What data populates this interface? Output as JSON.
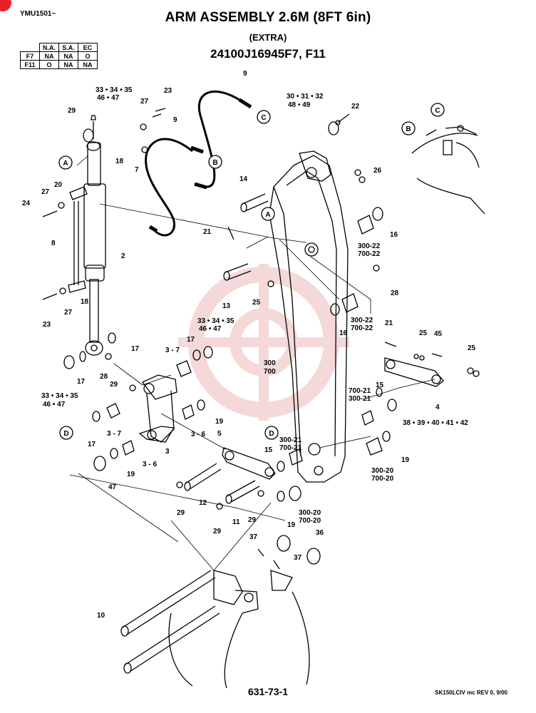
{
  "header": {
    "model_code": "YMU1501~",
    "title": "ARM ASSEMBLY 2.6M (8FT 6in)",
    "subtitle": "(EXTRA)",
    "part_number": "24100J16945F7,  F11"
  },
  "availability": {
    "columns": [
      "N.A.",
      "S.A.",
      "EC"
    ],
    "rows": [
      {
        "code": "F7",
        "values": [
          "NA",
          "NA",
          "O"
        ]
      },
      {
        "code": "F11",
        "values": [
          "O",
          "NA",
          "NA"
        ]
      }
    ]
  },
  "callouts": {
    "c9a": "9",
    "c9b": "9",
    "c23a": "23",
    "c23b": "23",
    "c27a": "27",
    "c27b": "27",
    "c27c": "27",
    "c29a": "29",
    "c29b": "29",
    "c29c": "29",
    "c29d": "29",
    "c33_1": "33 • 34 • 35",
    "c33_2": "46 • 47",
    "c33_3": "33 • 34 • 35",
    "c33_4": "46 • 47",
    "c33_5": "33 • 34 • 35",
    "c33_6": "46 • 47",
    "c18a": "18",
    "c18b": "18",
    "c7": "7",
    "c24": "24",
    "c20": "20",
    "c8": "8",
    "c2": "2",
    "c17a": "17",
    "c17b": "17",
    "c17c": "17",
    "c17d": "17",
    "c28a": "28",
    "c28b": "28",
    "c3_7a": "3 - 7",
    "c3_7b": "3 - 7",
    "c3_6a": "3 - 6",
    "c3_6b": "3 - 6",
    "c3": "3",
    "c19a": "19",
    "c19b": "19",
    "c19c": "19",
    "c19d": "19",
    "c47": "47",
    "c30": "30 • 31 • 32",
    "c48": "48 • 49",
    "c22": "22",
    "c26": "26",
    "c14": "14",
    "c21a": "21",
    "c21b": "21",
    "c13": "13",
    "c25a": "25",
    "c25b": "25",
    "c25c": "25",
    "c16a": "16",
    "c16b": "16",
    "c300_22a": "300-22",
    "c700_22a": "700-22",
    "c300_22b": "300-22",
    "c700_22b": "700-22",
    "c300": "300",
    "c700": "700",
    "c45": "45",
    "c4": "4",
    "c15a": "15",
    "c15b": "15",
    "c700_21a": "700-21",
    "c300_21a": "300-21",
    "c300_21b": "300-21",
    "c700_21b": "700-21",
    "c38": "38 • 39 • 40 • 41 • 42",
    "c5": "5",
    "c300_20a": "300-20",
    "c700_20a": "700-20",
    "c300_20b": "300-20",
    "c700_20b": "700-20",
    "c12": "12",
    "c11": "11",
    "c37a": "37",
    "c37b": "37",
    "c36": "36",
    "c10": "10"
  },
  "reference_markers": {
    "a": "A",
    "b": "B",
    "c": "C",
    "d": "D"
  },
  "footer": {
    "page_code": "631-73-1",
    "revision": "SK150LCIV mc REV 0, 9/00"
  },
  "colors": {
    "line": "#000000",
    "watermark": "#f2c8c8",
    "corner_mark": "#e8202a"
  }
}
